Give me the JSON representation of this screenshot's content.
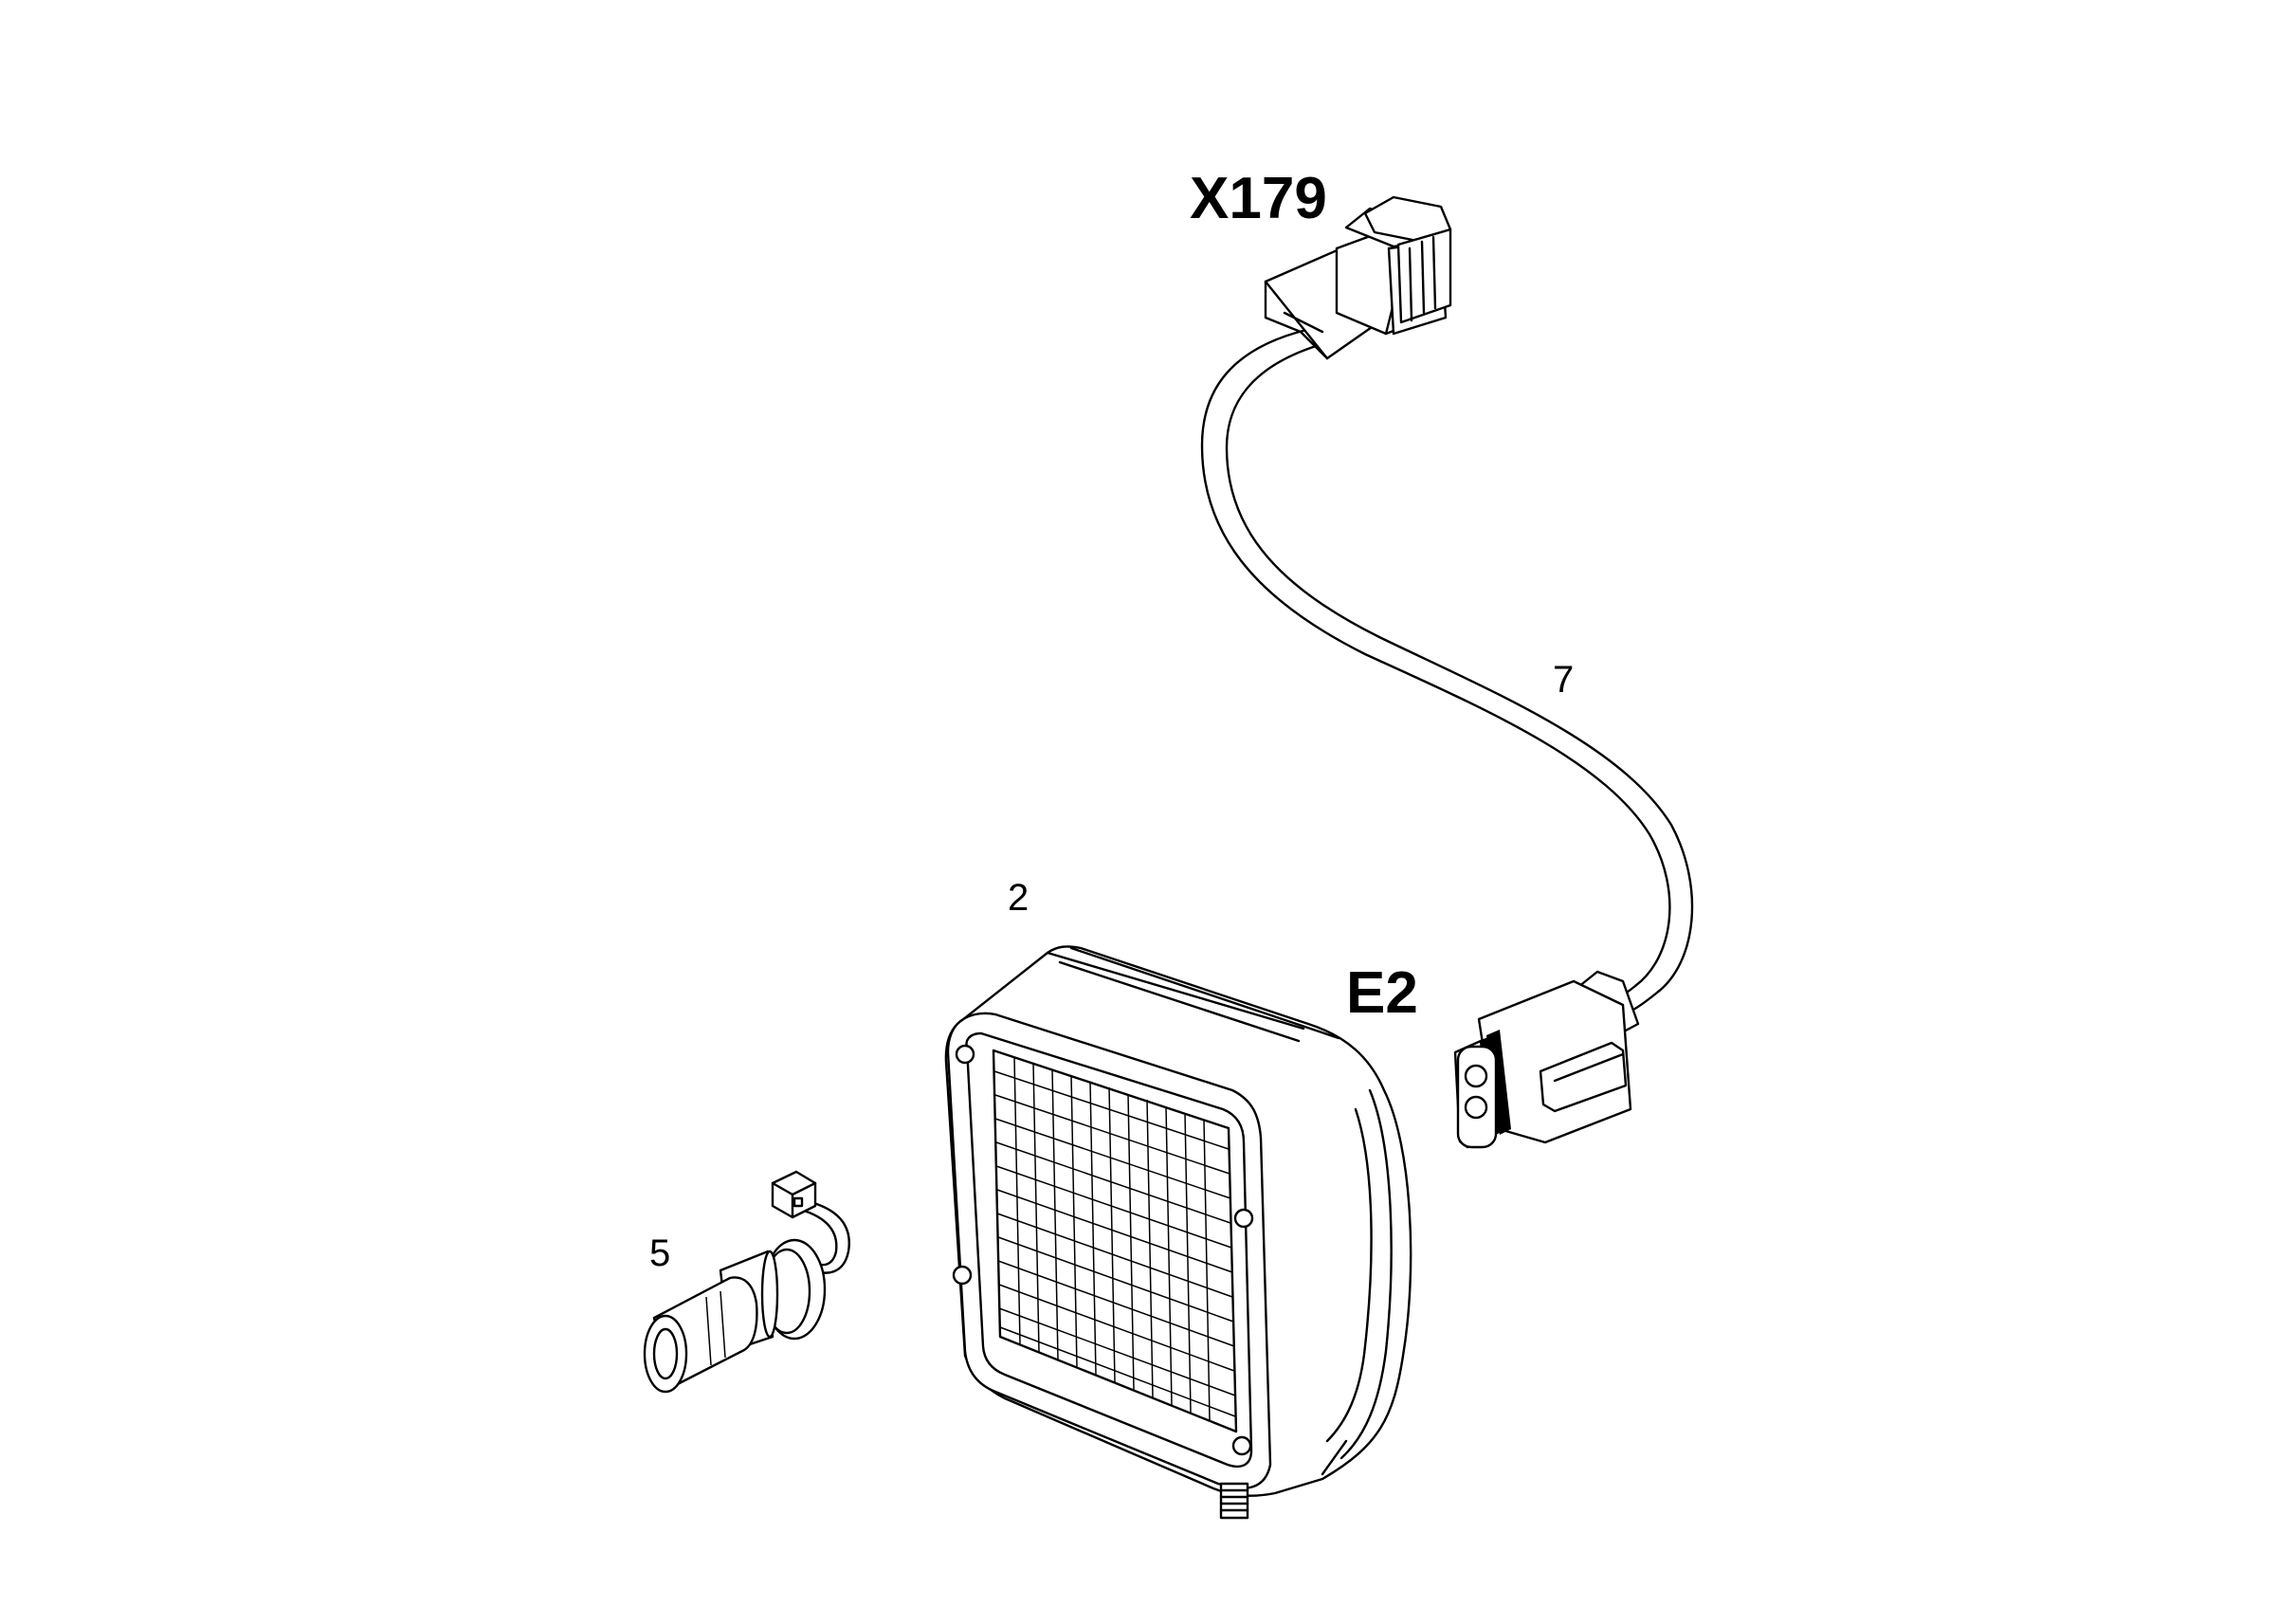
{
  "labels": {
    "connector_x179": "X179",
    "connector_e2": "E2",
    "part_2": "2",
    "part_5": "5",
    "part_7": "7"
  }
}
